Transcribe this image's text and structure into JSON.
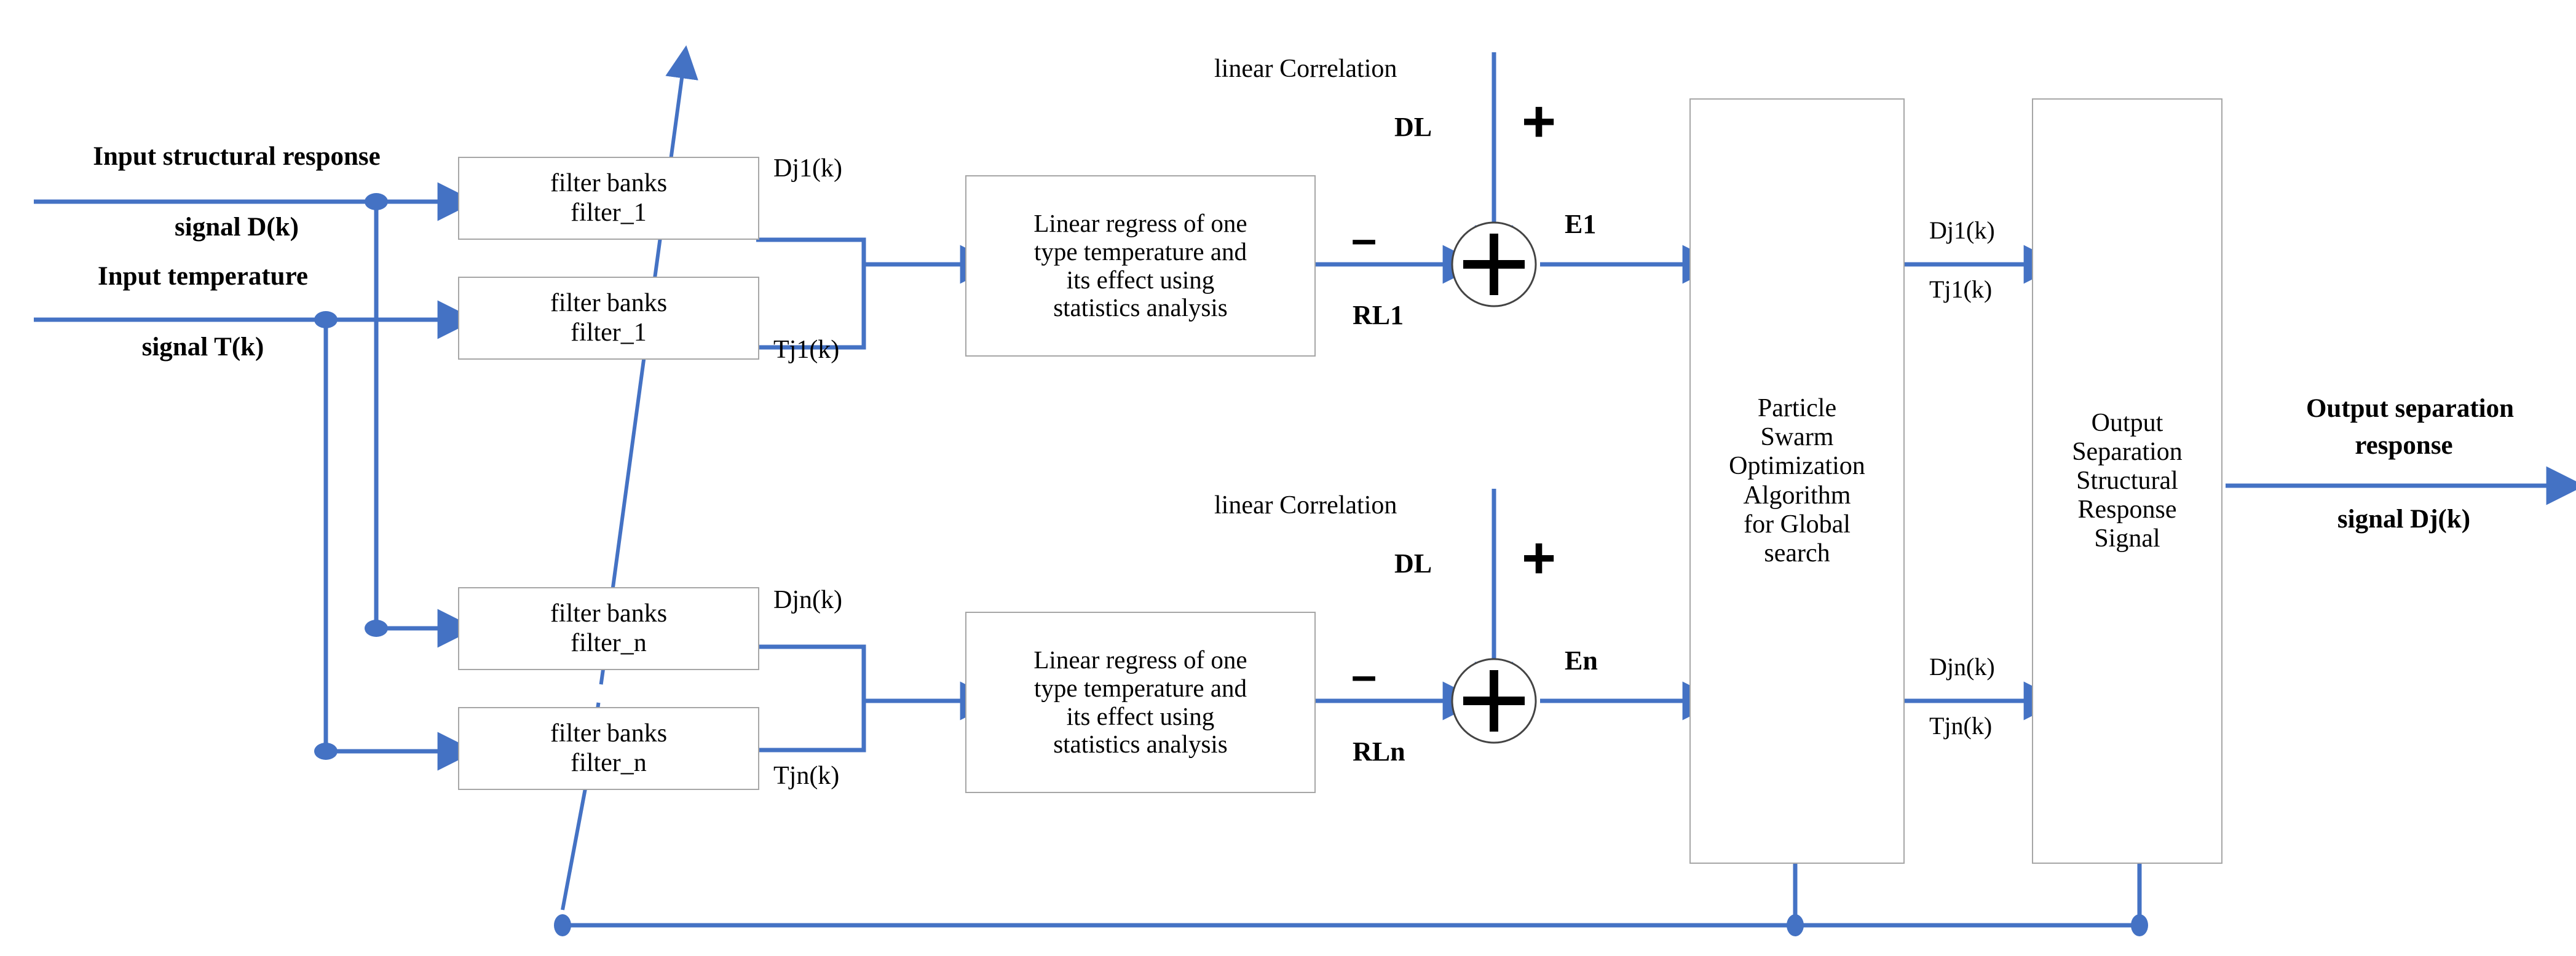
{
  "diagram": {
    "title": "Temperature effect separation block diagram",
    "accent_color": "#4472C4",
    "box_border_color": "#A6A6A6",
    "text_color": "#000000",
    "background": "#FFFFFF"
  },
  "inputs": {
    "structural_response": {
      "line1": "Input structural response",
      "line2": "signal  D(k)"
    },
    "temperature": {
      "line1": "Input temperature",
      "line2": "signal T(k)"
    }
  },
  "filter_banks": {
    "top_d": "filter banks\nfilter_1",
    "top_t": "filter banks\nfilter_1",
    "bottom_d": "filter banks\nfilter_n",
    "bottom_t": "filter banks\nfilter_n"
  },
  "filter_outputs": {
    "dj1": "Dj1(k)",
    "tj1": "Tj1(k)",
    "djn": "Djn(k)",
    "tjn": "Tjn(k)"
  },
  "regression": {
    "top": "Linear regress of one\ntype temperature and\nits effect using\nstatistics analysis",
    "bottom": "Linear regress of one\ntype temperature and\nits effect using\nstatistics analysis"
  },
  "summing": {
    "top": {
      "correlation_label": "linear Correlation",
      "dl_label": "DL",
      "plus_sign": "+",
      "minus_sign": "–",
      "residual_label": "RL1",
      "error_label": "E1",
      "junction_glyph": "+"
    },
    "bottom": {
      "correlation_label": "linear Correlation",
      "dl_label": "DL",
      "plus_sign": "+",
      "minus_sign": "–",
      "residual_label": "RLn",
      "error_label": "En",
      "junction_glyph": "+"
    }
  },
  "pso": {
    "text": "Particle\nSwarm\nOptimization\nAlgorithm\nfor Global\nsearch"
  },
  "pso_outputs": {
    "top_upper": "Dj1(k)",
    "top_lower": "Tj1(k)",
    "bottom_upper": "Djn(k)",
    "bottom_lower": "Tjn(k)"
  },
  "output_block": {
    "text": "Output\nSeparation\nStructural\nResponse\nSignal"
  },
  "final_output": {
    "line1": "Output separation",
    "line2": "response",
    "line3": "signal Dj(k)"
  }
}
